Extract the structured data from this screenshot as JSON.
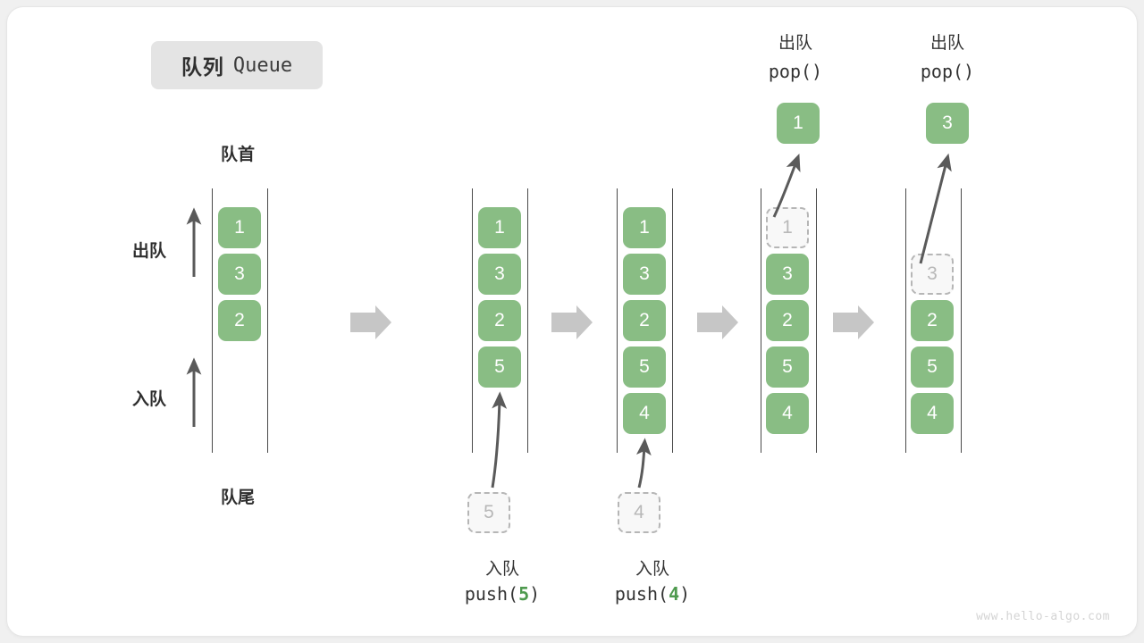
{
  "title": {
    "cn": "队列",
    "en": "Queue"
  },
  "labels": {
    "front": "队首",
    "rear": "队尾",
    "dequeue": "出队",
    "enqueue": "入队"
  },
  "colors": {
    "cell_fill": "#89bd84",
    "cell_text": "#ffffff",
    "ghost_fill": "#f8f8f8",
    "ghost_border": "#b6b6b6",
    "ghost_text": "#b8b8b8",
    "rail": "#4a4a4a",
    "arrow": "#5a5a5a",
    "step_arrow": "#c6c6c6",
    "chip_bg": "#e4e4e4",
    "accent_number": "#4e9a4e",
    "board_bg": "#ffffff",
    "page_bg": "#f0f0f0"
  },
  "stages": [
    {
      "name": "initial",
      "cells": [
        "1",
        "3",
        "2"
      ],
      "ghost_slots": [],
      "caption_cn": "",
      "caption_code": ""
    },
    {
      "name": "after-push-5",
      "cells": [
        "1",
        "3",
        "2",
        "5"
      ],
      "ghost_slots": [],
      "incoming": "5",
      "caption_cn": "入队",
      "caption_code": "push(5)",
      "caption_code_prefix": "push(",
      "caption_code_value": "5",
      "caption_code_suffix": ")"
    },
    {
      "name": "after-push-4",
      "cells": [
        "1",
        "3",
        "2",
        "5",
        "4"
      ],
      "ghost_slots": [],
      "incoming": "4",
      "caption_cn": "入队",
      "caption_code": "push(4)",
      "caption_code_prefix": "push(",
      "caption_code_value": "4",
      "caption_code_suffix": ")"
    },
    {
      "name": "pop-1",
      "cells": [
        "1",
        "3",
        "2",
        "5",
        "4"
      ],
      "ghost_index": 0,
      "popped": "1",
      "header_cn": "出队",
      "header_code": "pop()"
    },
    {
      "name": "pop-3",
      "cells": [
        "3",
        "2",
        "5",
        "4"
      ],
      "ghost_index": 0,
      "popped": "3",
      "header_cn": "出队",
      "header_code": "pop()"
    }
  ],
  "watermark": "www.hello-algo.com"
}
